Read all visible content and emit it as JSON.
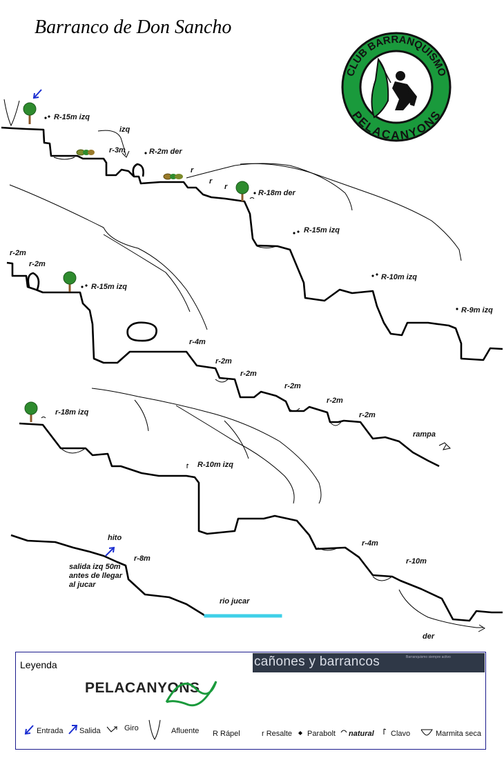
{
  "title": "Barranco de Don Sancho",
  "logo": {
    "top_text": "CLUB BARRANQUISMO",
    "bottom_text": "PELACANYONS",
    "ring_color": "#1a9a3c",
    "dark_color": "#111111"
  },
  "labels": {
    "r15_izq_1": "R-15m izq",
    "izq_1": "izq",
    "r3": "r-3m",
    "r2_der": "R-2m der",
    "r_a": "r",
    "r_b": "r",
    "r_c": "r",
    "r18_der": "R-18m der",
    "r15_izq_2": "R-15m izq",
    "r10_izq_1": "R-10m izq",
    "r9_izq": "R-9m izq",
    "r2_top": "r-2m",
    "r2_second": "r-2m",
    "r15_izq_3": "R-15m izq",
    "r4_1": "r-4m",
    "r2_a": "r-2m",
    "r2_b": "r-2m",
    "r2_c": "r-2m",
    "r2_d": "r-2m",
    "r2_e": "r-2m",
    "rampa": "rampa",
    "r18_izq": "r-18m izq",
    "r10_izq_2": "R-10m izq",
    "hito": "hito",
    "r8": "r-8m",
    "salida_note": "salida izq 50m antes de llegar al jucar",
    "r4_2": "r-4m",
    "r10": "r-10m",
    "rio": "rio jucar",
    "der": "der"
  },
  "legend": {
    "title": "Leyenda",
    "banner": "cañones y barrancos",
    "banner_small": "Barranquismo siempre activo",
    "logo_text": "PELACANYONS",
    "items": {
      "entrada": "Entrada",
      "salida": "Salida",
      "giro": "Giro",
      "afluente": "Afluente",
      "rapel": "R Rápel",
      "resalte": "r Resalte",
      "parabolt": "Parabolt",
      "natural": "natural",
      "clavo": "Clavo",
      "marmita": "Marmita seca"
    }
  },
  "colors": {
    "line": "#000000",
    "tree_green": "#2e8b2e",
    "trunk": "#8b5a2b",
    "arrow_blue": "#1c2fd1",
    "water": "#3fd0e8"
  }
}
